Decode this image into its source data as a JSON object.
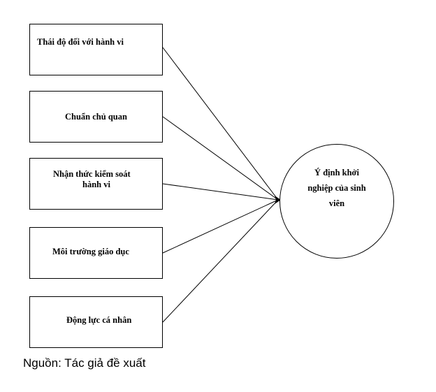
{
  "factors": [
    "Thái độ đối với hành vi",
    "Chuẩn chủ quan",
    "Nhận thức kiểm soát",
    "hành vi",
    "Môi trường giáo dục",
    "Động lực cá nhân"
  ],
  "outcome": {
    "line1": "Ý định khởi",
    "line2": "nghiệp của sinh",
    "line3": "viên"
  },
  "source_note": "Nguồn: Tác giả đề xuất"
}
